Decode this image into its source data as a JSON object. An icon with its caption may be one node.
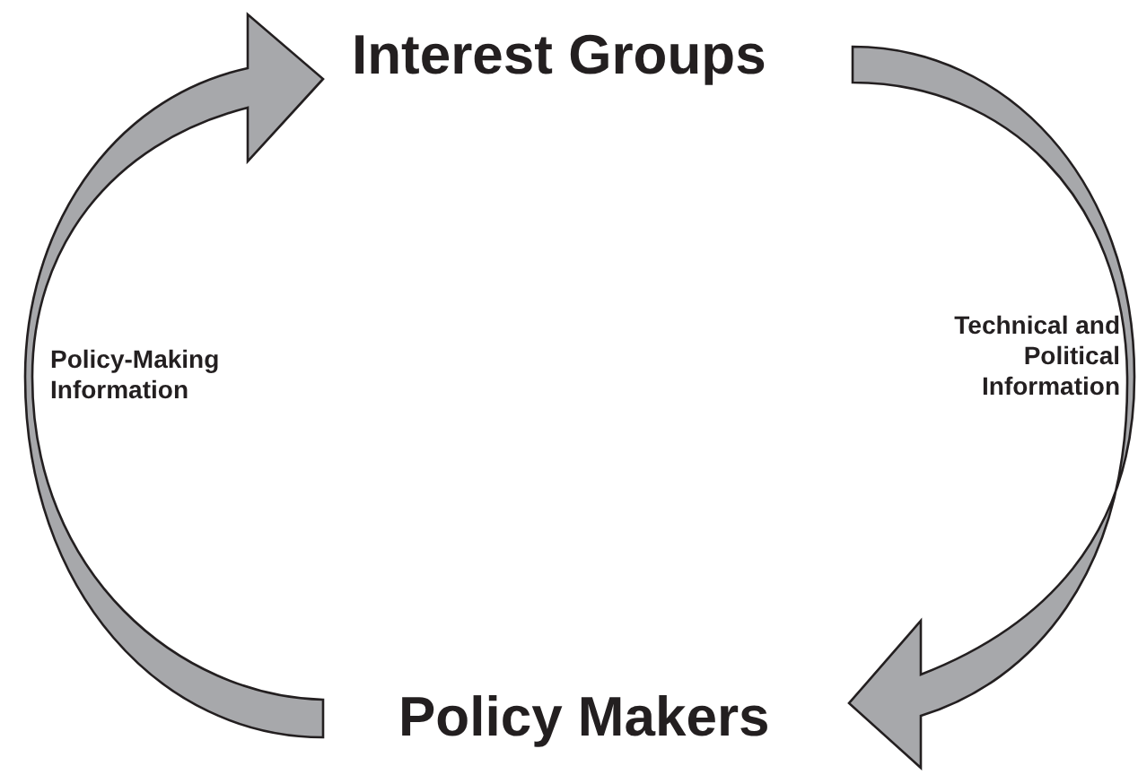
{
  "diagram": {
    "nodes": [
      {
        "text": [
          "Interest Groups"
        ]
      },
      {
        "text": [
          "Policy Makers"
        ]
      }
    ],
    "edges": [
      {
        "from": 0,
        "to": 1,
        "arrow": "to",
        "label": "Technical and Political Information"
      },
      {
        "from": 1,
        "to": 0,
        "arrow": "to",
        "label": "Policy-Making Information"
      }
    ]
  }
}
